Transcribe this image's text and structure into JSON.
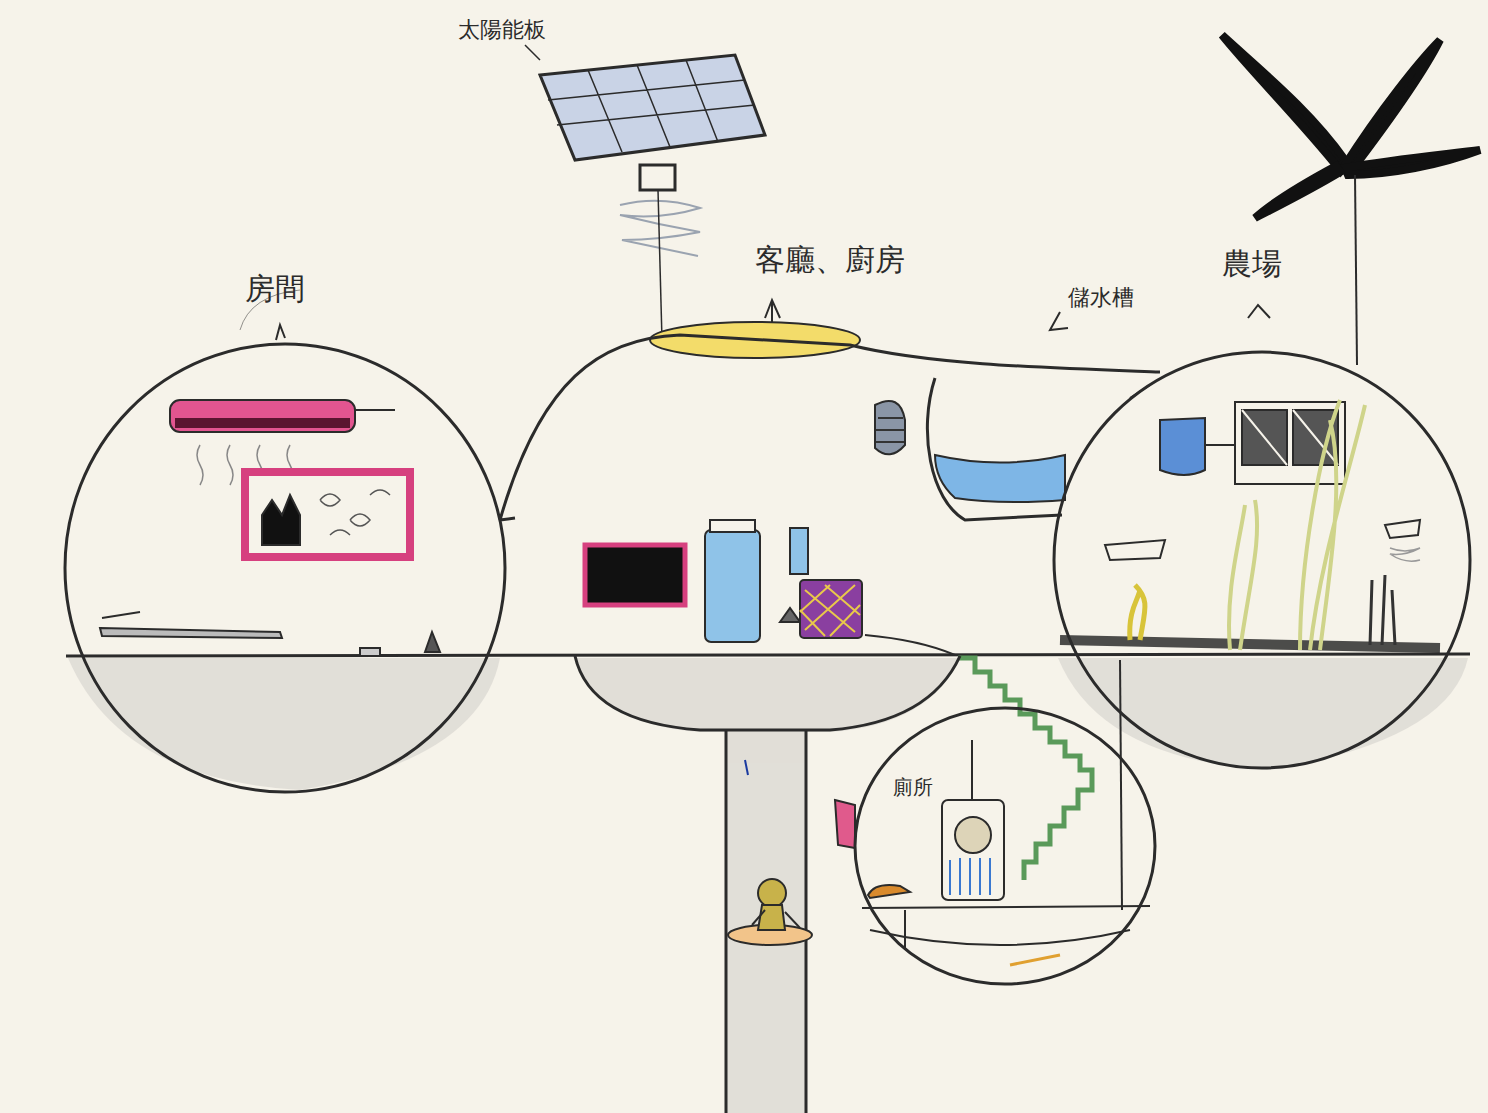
{
  "diagram": {
    "nodes": [
      {
        "text": [
          "房間"
        ]
      },
      {
        "text": [
          "客廳、廚房"
        ]
      },
      {
        "text": [
          "農場"
        ]
      },
      {
        "text": [
          "廁所"
        ]
      }
    ],
    "labels": [
      "太陽能板",
      "儲水槽"
    ]
  }
}
